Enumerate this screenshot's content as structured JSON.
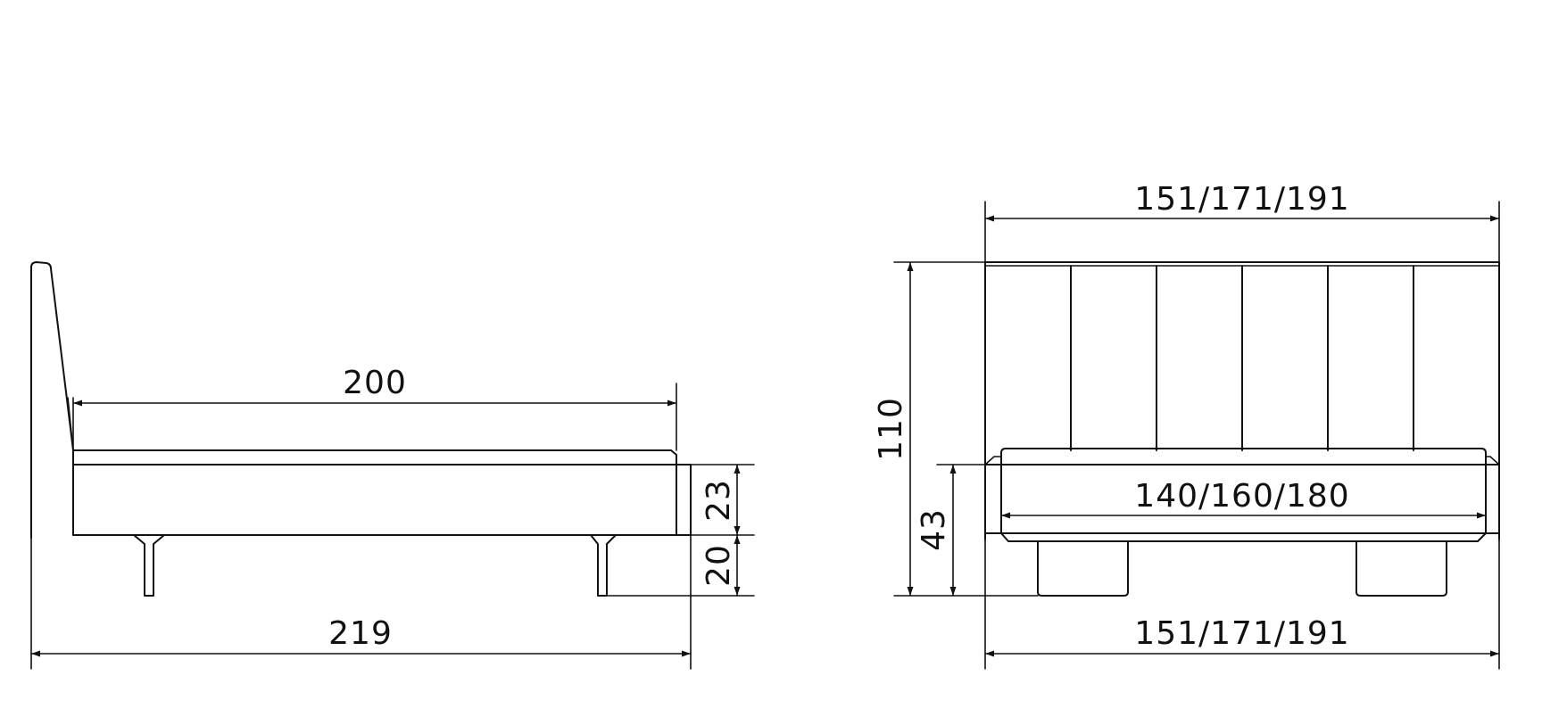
{
  "side_view": {
    "mattress_length": "200",
    "overall_length": "219",
    "frame_height": "23",
    "leg_height": "20"
  },
  "front_view": {
    "top_width": "151/171/191",
    "inner_width": "140/160/180",
    "bottom_width": "151/171/191",
    "total_height": "110",
    "side_height": "43"
  },
  "colors": {
    "line": "#111111",
    "background": "#ffffff"
  }
}
